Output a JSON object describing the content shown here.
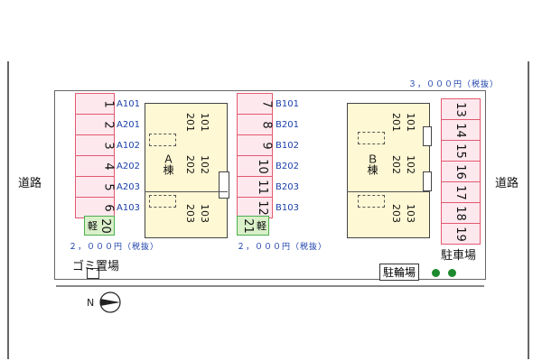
{
  "roads": {
    "left_label": "道路",
    "right_label": "道路"
  },
  "prices": {
    "top_right": "３，０００円（税抜）",
    "left": "２，０００円（税抜）",
    "middle": "２，０００円（税抜）"
  },
  "left_stack": {
    "slots": [
      "1",
      "2",
      "3",
      "4",
      "5",
      "6"
    ],
    "kei_label": "軽",
    "kei_number": "20",
    "units": [
      "A101",
      "A201",
      "A102",
      "A202",
      "A203",
      "A103"
    ]
  },
  "mid_stack": {
    "slots": [
      "7",
      "8",
      "9",
      "10",
      "11",
      "12"
    ],
    "kei_label": "軽",
    "kei_number": "21",
    "units": [
      "B101",
      "B201",
      "B102",
      "B202",
      "B203",
      "B103"
    ]
  },
  "right_stack": {
    "slots": [
      "13",
      "14",
      "15",
      "16",
      "17",
      "18",
      "19"
    ]
  },
  "building_a": {
    "name": "Ａ棟",
    "rooms_col1": [
      "201",
      "202",
      "203"
    ],
    "rooms_col2": [
      "101",
      "102",
      "103"
    ]
  },
  "building_b": {
    "name": "Ｂ棟",
    "rooms_col1": [
      "201",
      "202",
      "203"
    ],
    "rooms_col2": [
      "101",
      "102",
      "103"
    ]
  },
  "labels": {
    "trash": "ゴミ置場",
    "bike": "駐輪場",
    "parking": "駐車場",
    "north": "N"
  },
  "colors": {
    "slot_fill": "#fde8ee",
    "slot_border": "#e25a70",
    "kei_fill": "#d9f0c9",
    "building_fill": "#fff8d4",
    "bike_dots": "#1e8a2e"
  }
}
